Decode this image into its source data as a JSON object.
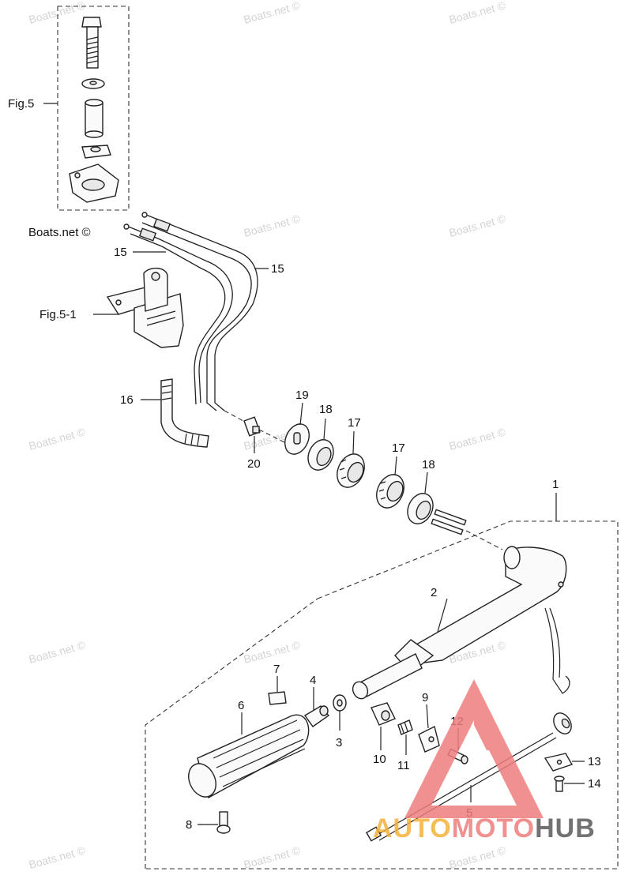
{
  "watermark_text": "Boats.net ©",
  "figure_labels": {
    "fig5": "Fig.5",
    "fig5_1": "Fig.5-1"
  },
  "callouts": {
    "p1": "1",
    "p2": "2",
    "p3": "3",
    "p4": "4",
    "p5": "5",
    "p6": "6",
    "p7": "7",
    "p8": "8",
    "p9": "9",
    "p10": "10",
    "p11": "11",
    "p12": "12",
    "p13": "13",
    "p14": "14",
    "p15a": "15",
    "p15b": "15",
    "p16": "16",
    "p17a": "17",
    "p17b": "17",
    "p18a": "18",
    "p18b": "18",
    "p19": "19",
    "p20": "20"
  },
  "logo": {
    "part1": "AUTO",
    "part2": "MOTO",
    "part3": "HUB",
    "color_auto": "#f5b23a",
    "color_moto": "#ef7d7d",
    "color_hub": "#5a5a5a",
    "triangle_color": "#ef7d7d"
  }
}
